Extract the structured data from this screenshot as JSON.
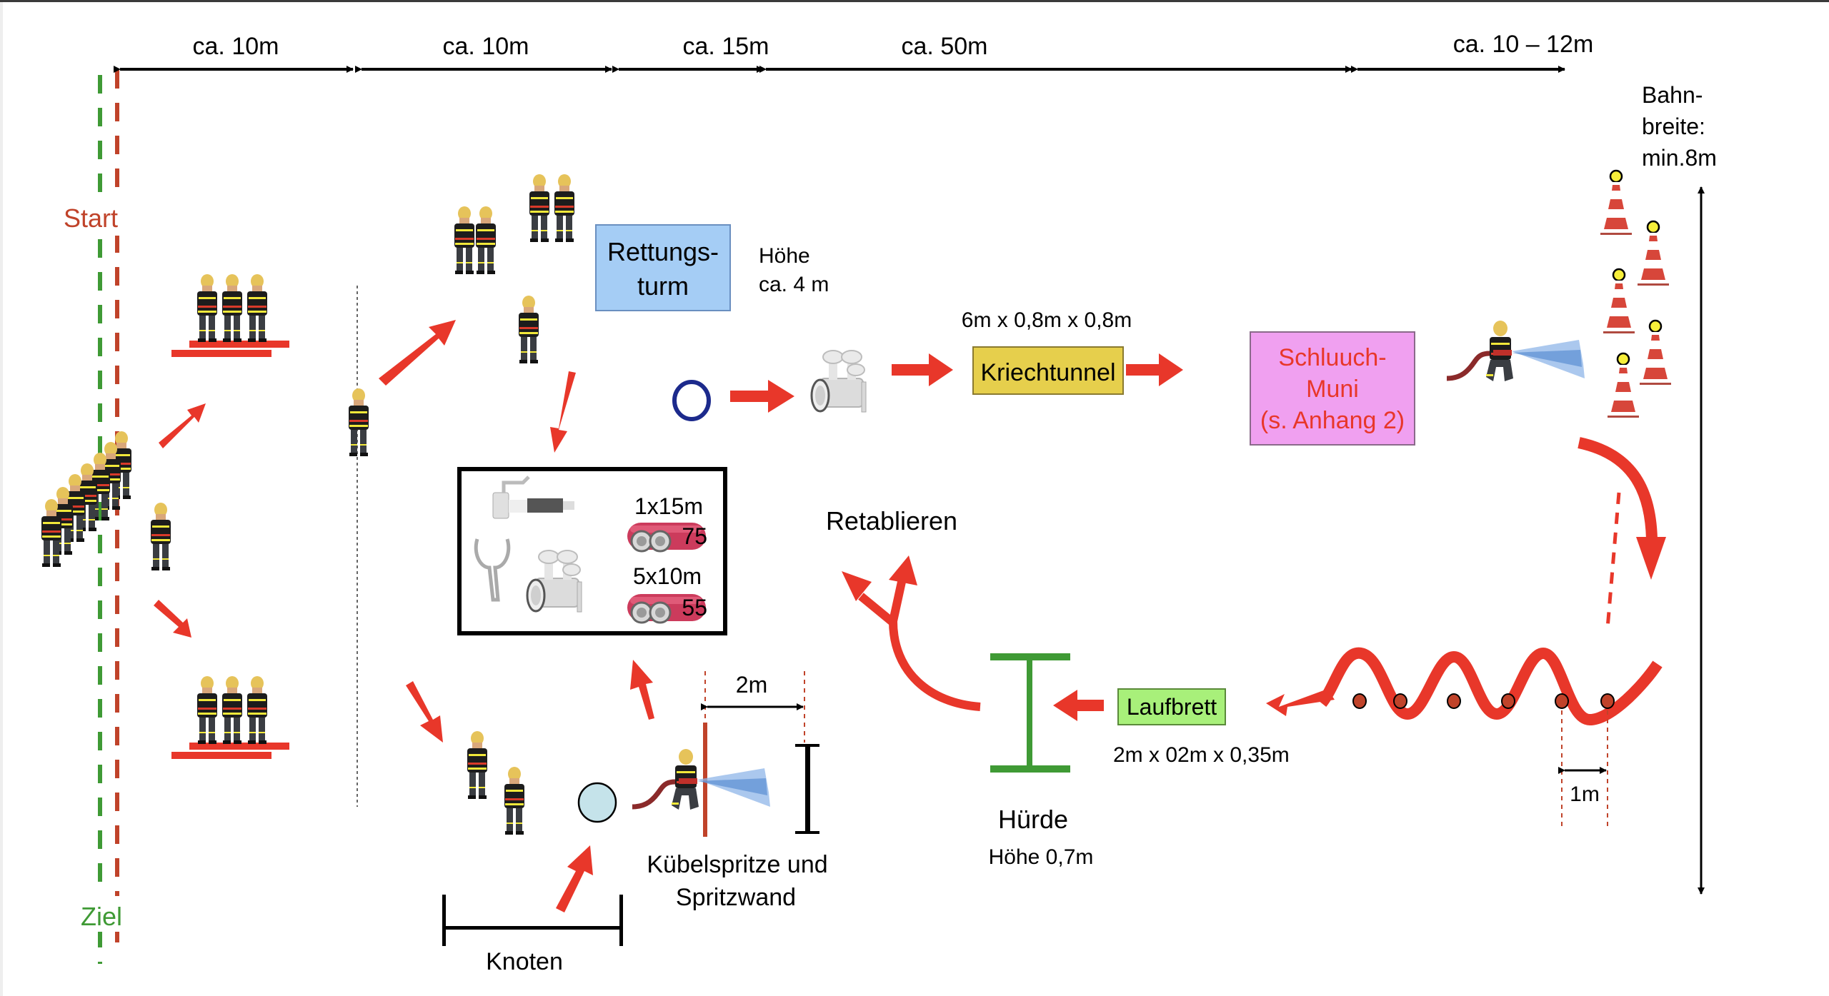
{
  "diagram": {
    "dimensions": {
      "segment_1": "ca. 10m",
      "segment_2": "ca. 10m",
      "segment_3": "ca. 15m",
      "segment_4": "ca. 50m",
      "segment_5": "ca. 10 – 12m"
    },
    "lane_width": {
      "line1": "Bahn-",
      "line2": "breite:",
      "line3": "min.8m"
    },
    "start_label": "Start",
    "finish_label": "Ziel",
    "stations": {
      "rescue_tower": {
        "line1": "Rettungs-",
        "line2": "turm",
        "note_line1": "Höhe",
        "note_line2": "ca. 4 m"
      },
      "crawl_tunnel": {
        "label": "Kriechtunnel",
        "size": "6m x 0,8m x 0,8m"
      },
      "hose_game": {
        "line1": "Schluuch-",
        "line2": "Muni",
        "line3": "(s. Anhang 2)"
      },
      "equipment": {
        "hose1_qty": "1x15m",
        "hose1_size": "75",
        "hose2_qty": "5x10m",
        "hose2_size": "55"
      },
      "retablieren": "Retablieren",
      "balance_beam": {
        "label": "Laufbrett",
        "size": "2m x 02m x 0,35m"
      },
      "hurdle": {
        "label": "Hürde",
        "height": "Höhe 0,7m"
      },
      "bucket_spray": {
        "line1": "Kübelspritze und",
        "line2": "Spritzwand",
        "distance": "2m"
      },
      "knots": "Knoten",
      "slalom": {
        "spacing": "1m"
      }
    },
    "colors": {
      "arrow": "#e8372a",
      "start": "#c0432a",
      "finish": "#3f9a35",
      "tower_box": "#a5cdf5",
      "tunnel_box": "#e6cf4c",
      "hose_game_box": "#f0a0f0",
      "hose_game_text": "#e8372a",
      "beam_box": "#a8f07a",
      "hurdle": "#3f9a35",
      "cone_ball": "#f7ef3a",
      "pylon_dot": "#c0432a",
      "ring": "#1c2a8c"
    }
  }
}
